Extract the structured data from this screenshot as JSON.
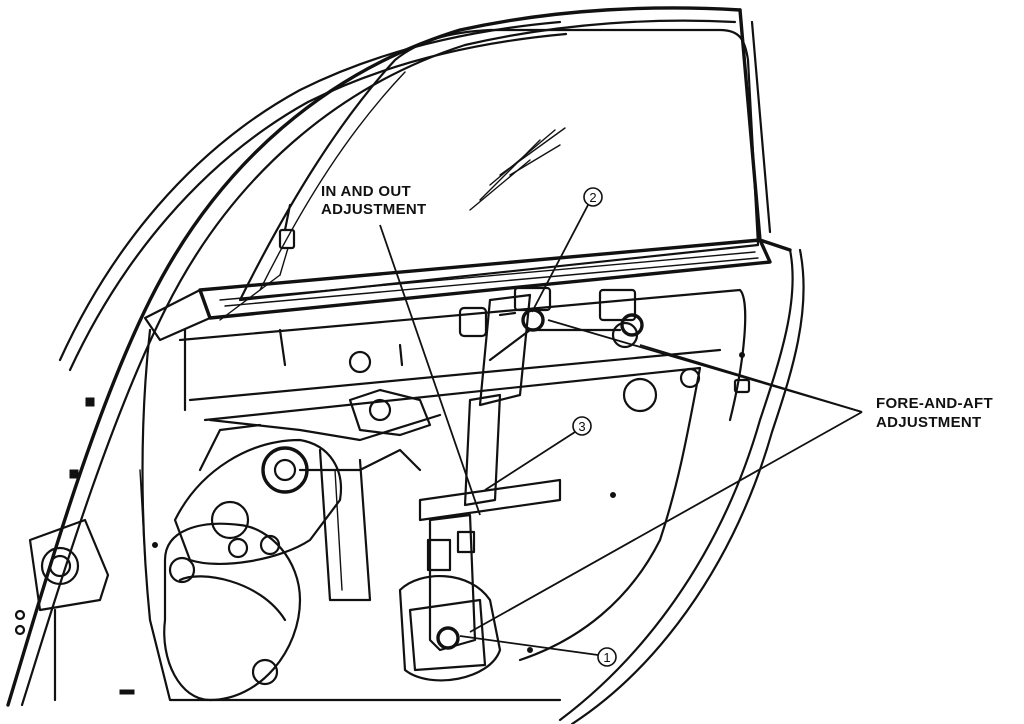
{
  "labels": {
    "in_out_line1": "IN AND OUT",
    "in_out_line2": "ADJUSTMENT",
    "fore_aft_line1": "FORE-AND-AFT",
    "fore_aft_line2": "ADJUSTMENT"
  },
  "callouts": {
    "one": "1",
    "two": "2",
    "three": "3"
  }
}
